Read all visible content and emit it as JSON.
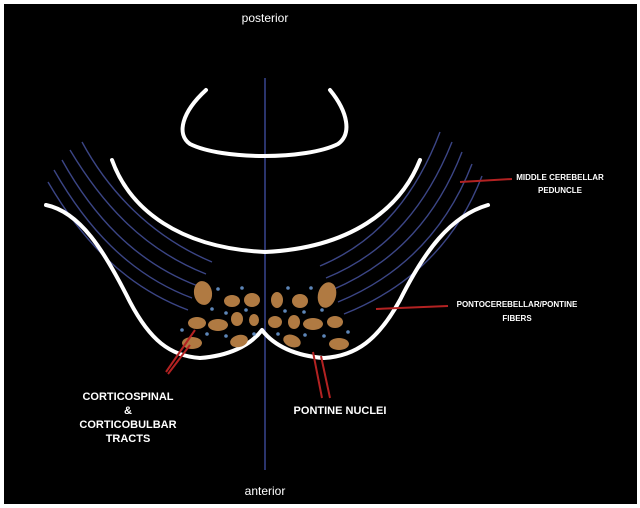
{
  "labels": {
    "posterior": "posterior",
    "anterior": "anterior",
    "middle_cerebellar_line1": "MIDDLE CEREBELLAR",
    "middle_cerebellar_line2": "PEDUNCLE",
    "pontocerebellar_line1": "PONTOCEREBELLAR/PONTINE",
    "pontocerebellar_line2": "FIBERS",
    "pontine_nuclei": "PONTINE NUCLEI",
    "corticospinal_line1": "CORTICOSPINAL",
    "corticospinal_line2": "&",
    "corticospinal_line3": "CORTICOBULBAR",
    "corticospinal_line4": "TRACTS"
  },
  "colors": {
    "background": "#000000",
    "outline": "#ffffff",
    "fiber": "#3b4585",
    "midline": "#3d4a9a",
    "nucleus": "#b07a42",
    "nucleus_dot": "#5d86b8",
    "pointer": "#b32222",
    "text": "#ffffff"
  }
}
